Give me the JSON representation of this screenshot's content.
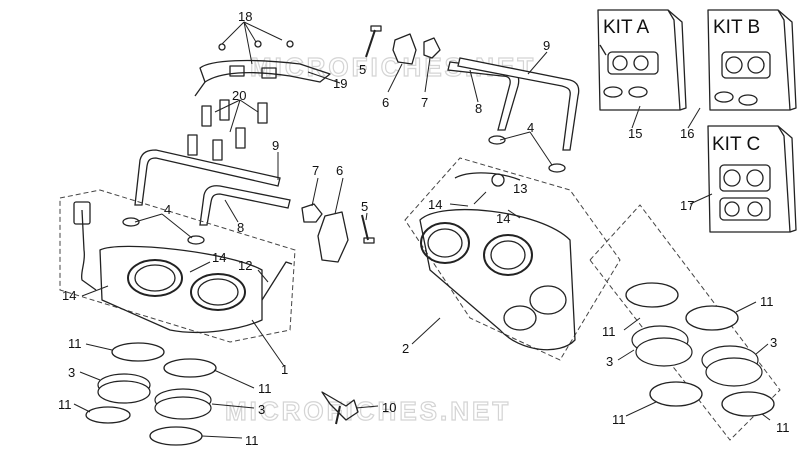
{
  "watermark": "MICROFICHES.NET",
  "kits": [
    {
      "title": "KIT A"
    },
    {
      "title": "KIT B"
    },
    {
      "title": "KIT C"
    }
  ],
  "callouts": {
    "c1": "1",
    "c2": "2",
    "c3a": "3",
    "c3b": "3",
    "c3c": "3",
    "c3d": "3",
    "c4a": "4",
    "c4b": "4",
    "c5a": "5",
    "c5b": "5",
    "c6a": "6",
    "c6b": "6",
    "c7a": "7",
    "c7b": "7",
    "c8a": "8",
    "c8b": "8",
    "c9a": "9",
    "c9b": "9",
    "c10": "10",
    "c11a": "11",
    "c11b": "11",
    "c11c": "11",
    "c11d": "11",
    "c11e": "11",
    "c11f": "11",
    "c11g": "11",
    "c11h": "11",
    "c12": "12",
    "c13": "13",
    "c14a": "14",
    "c14b": "14",
    "c14c": "14",
    "c14d": "14",
    "c15": "15",
    "c16": "16",
    "c17": "17",
    "c18": "18",
    "c19": "19",
    "c20": "20"
  }
}
